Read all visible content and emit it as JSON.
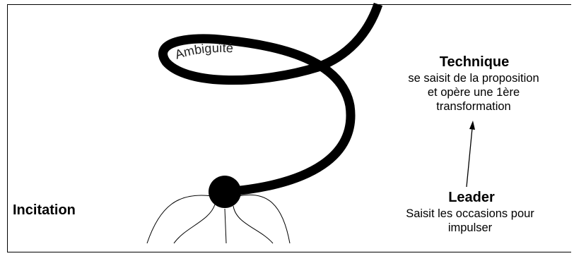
{
  "diagram": {
    "ambiguity_label": "Ambiguïté",
    "incitation_label": "Incitation",
    "technique": {
      "title": "Technique",
      "lines": [
        "se saisit de la proposition",
        "et opère une 1ère",
        "transformation"
      ]
    },
    "leader": {
      "title": "Leader",
      "lines": [
        "Saisit les occasions pour",
        "impulser"
      ]
    }
  }
}
